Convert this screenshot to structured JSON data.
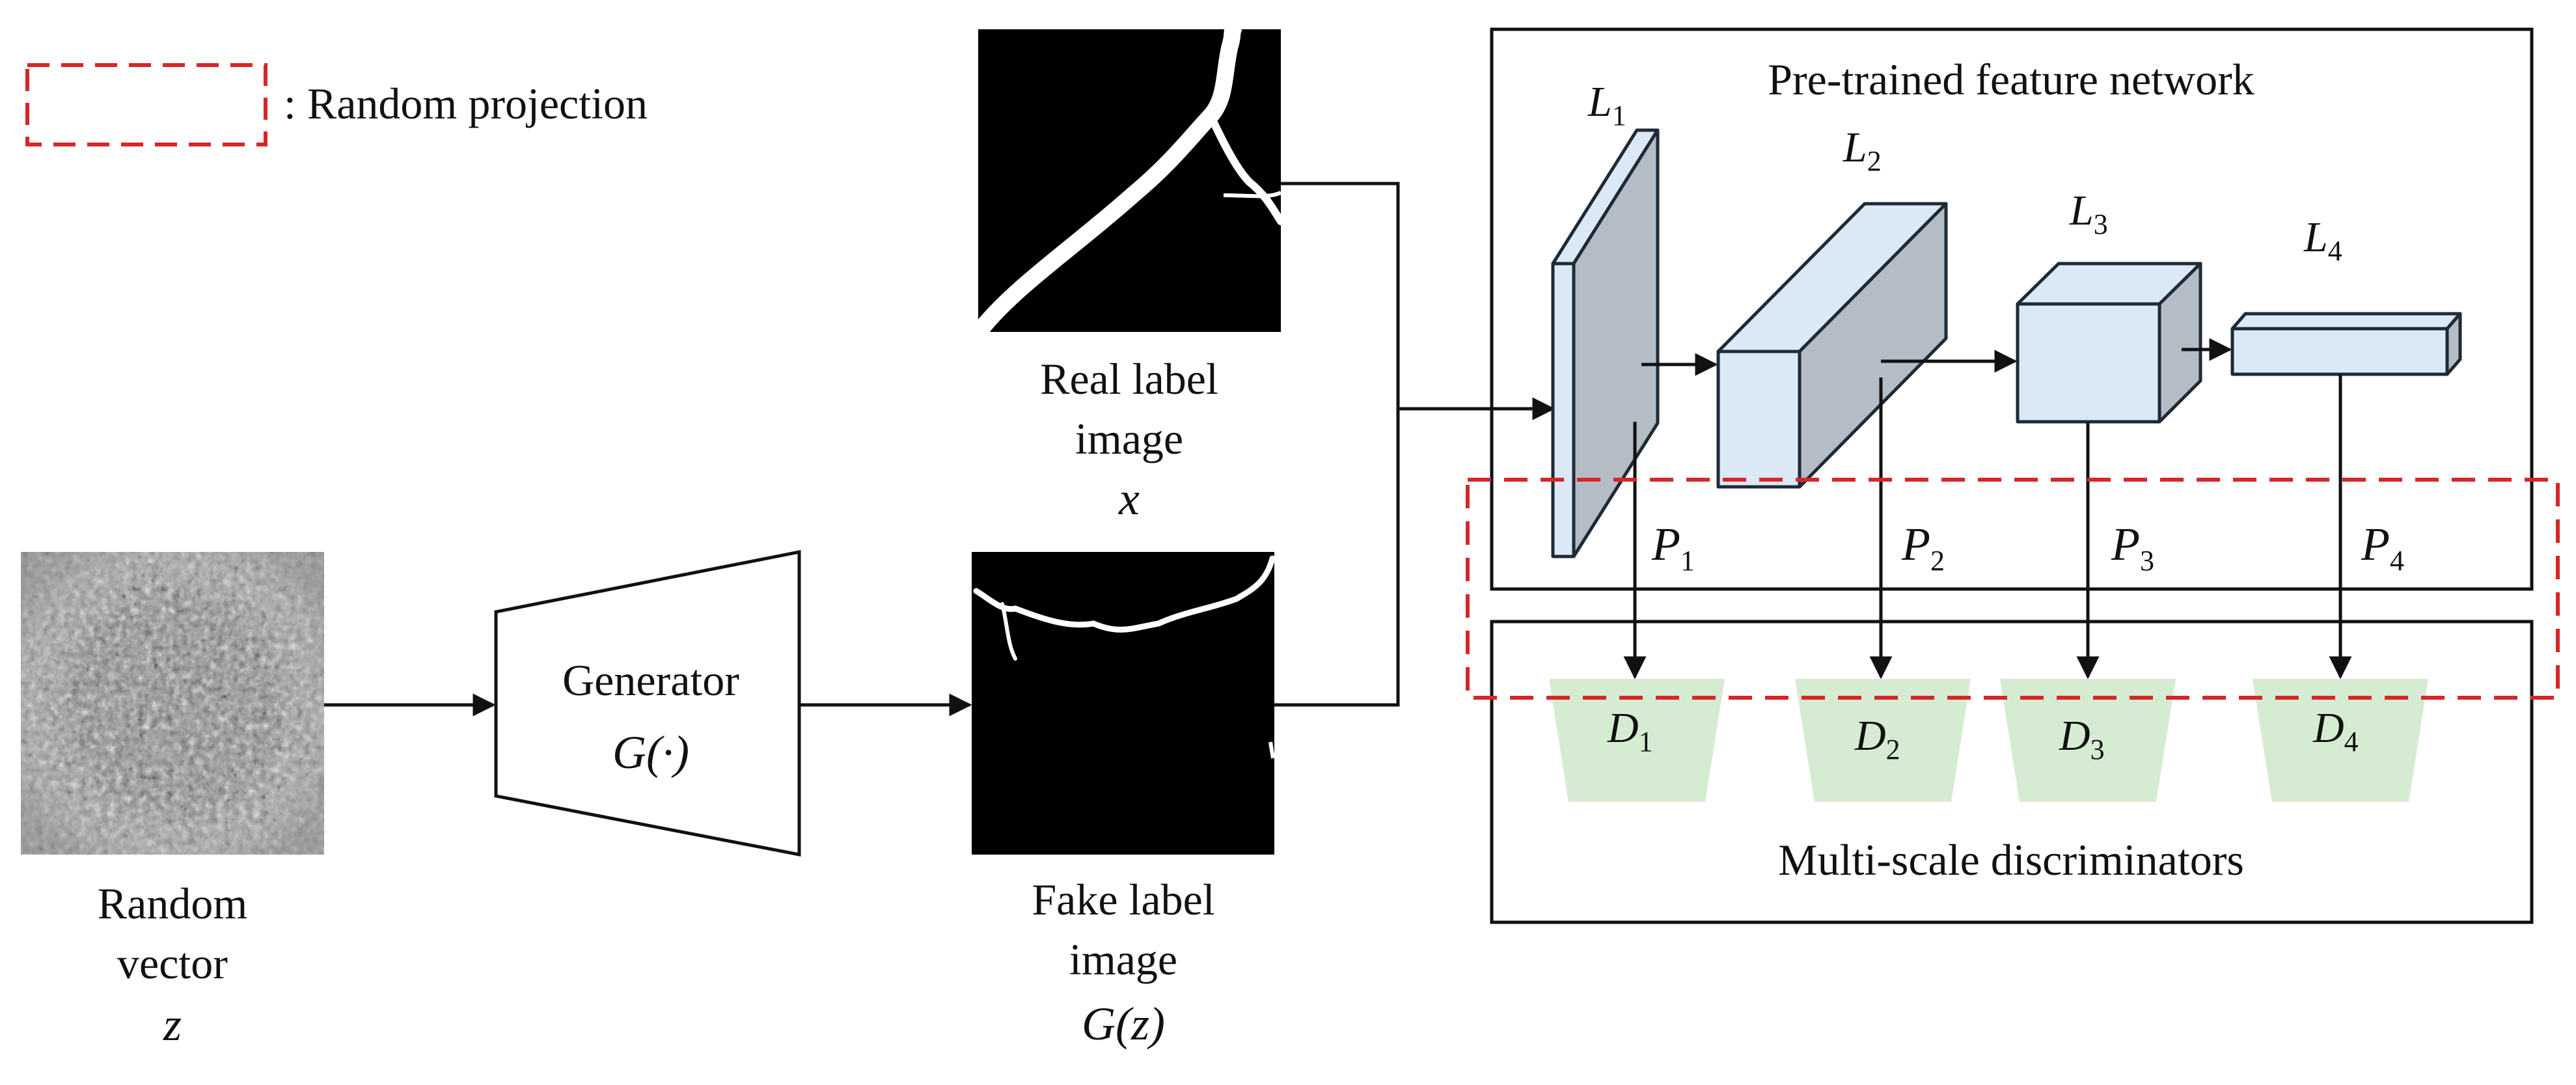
{
  "legend": {
    "text": ": Random projection",
    "box_color": "#d62728"
  },
  "noise": {
    "label_line1": "Random",
    "label_line2": "vector",
    "symbol": "z"
  },
  "generator": {
    "title": "Generator",
    "symbol": "G(·)"
  },
  "real_image": {
    "label_line1": "Real label",
    "label_line2": "image",
    "symbol": "x"
  },
  "fake_image": {
    "label_line1": "Fake label",
    "label_line2": "image",
    "symbol": "G(z)"
  },
  "feature_network": {
    "title": "Pre-trained feature network",
    "layers": [
      {
        "base": "L",
        "sub": "1"
      },
      {
        "base": "L",
        "sub": "2"
      },
      {
        "base": "L",
        "sub": "3"
      },
      {
        "base": "L",
        "sub": "4"
      }
    ],
    "layer_colors": {
      "front": "#dbe8f5",
      "side": "#b4bcc6",
      "stroke": "#1e2a36"
    }
  },
  "projections": [
    {
      "base": "P",
      "sub": "1"
    },
    {
      "base": "P",
      "sub": "2"
    },
    {
      "base": "P",
      "sub": "3"
    },
    {
      "base": "P",
      "sub": "4"
    }
  ],
  "discriminators": {
    "title": "Multi-scale discriminators",
    "items": [
      {
        "base": "D",
        "sub": "1"
      },
      {
        "base": "D",
        "sub": "2"
      },
      {
        "base": "D",
        "sub": "3"
      },
      {
        "base": "D",
        "sub": "4"
      }
    ],
    "fill_color": "#d6ecd2"
  }
}
